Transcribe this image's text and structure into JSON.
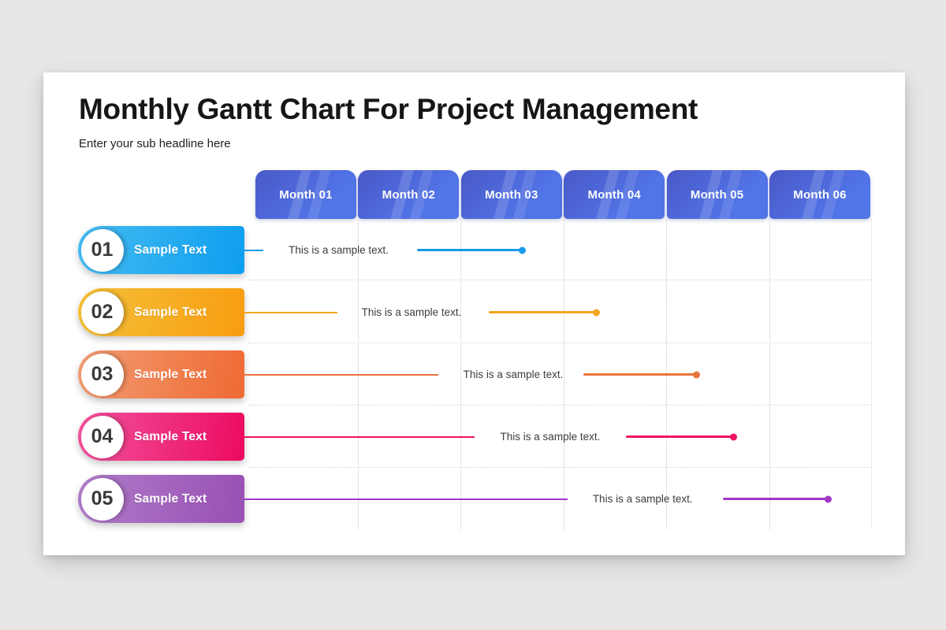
{
  "header": {
    "title": "Monthly Gantt Chart For Project Management",
    "subtitle": "Enter your sub headline here"
  },
  "palette": {
    "bg": "#e8e6e6",
    "card": "#ffffff",
    "month-header-start": "#4A58C7",
    "month-header-end": "#5174E7",
    "grid": "#c9c9c9"
  },
  "chart_data": {
    "type": "gantt",
    "title": "Monthly Gantt Chart For Project Management",
    "subtitle": "Enter your sub headline here",
    "columns": [
      "Month 01",
      "Month 02",
      "Month 03",
      "Month 04",
      "Month 05",
      "Month 06"
    ],
    "grid": "dotted",
    "rows": [
      {
        "number": "01",
        "label": "Sample Text",
        "caption": "This is a sample text.",
        "connector_end_month": 1.08,
        "caption_center_month": 1.81,
        "bar_start_month": 2.57,
        "bar_end_month": 3.6,
        "colors": {
          "pill_from": "#45BCF2",
          "pill_to": "#0E9EEF",
          "line": "#189BE8"
        }
      },
      {
        "number": "02",
        "label": "Sample Text",
        "caption": "This is a sample text.",
        "connector_end_month": 1.8,
        "caption_center_month": 2.52,
        "bar_start_month": 3.27,
        "bar_end_month": 4.32,
        "colors": {
          "pill_from": "#F4C13A",
          "pill_to": "#F89D10",
          "line": "#F5A41F"
        }
      },
      {
        "number": "03",
        "label": "Sample Text",
        "caption": "This is a sample text.",
        "connector_end_month": 2.78,
        "caption_center_month": 3.51,
        "bar_start_month": 4.19,
        "bar_end_month": 5.3,
        "colors": {
          "pill_from": "#F29C73",
          "pill_to": "#EF6A33",
          "line": "#E8743C"
        }
      },
      {
        "number": "04",
        "label": "Sample Text",
        "caption": "This is a sample text.",
        "connector_end_month": 3.13,
        "caption_center_month": 3.87,
        "bar_start_month": 4.61,
        "bar_end_month": 5.66,
        "colors": {
          "pill_from": "#F2539E",
          "pill_to": "#EC0B60",
          "line": "#EE1164"
        }
      },
      {
        "number": "05",
        "label": "Sample Text",
        "caption": "This is a sample text.",
        "connector_end_month": 4.04,
        "caption_center_month": 4.77,
        "bar_start_month": 5.55,
        "bar_end_month": 6.58,
        "colors": {
          "pill_from": "#B07CC9",
          "pill_to": "#9850B4",
          "line": "#A238C8"
        }
      }
    ]
  }
}
